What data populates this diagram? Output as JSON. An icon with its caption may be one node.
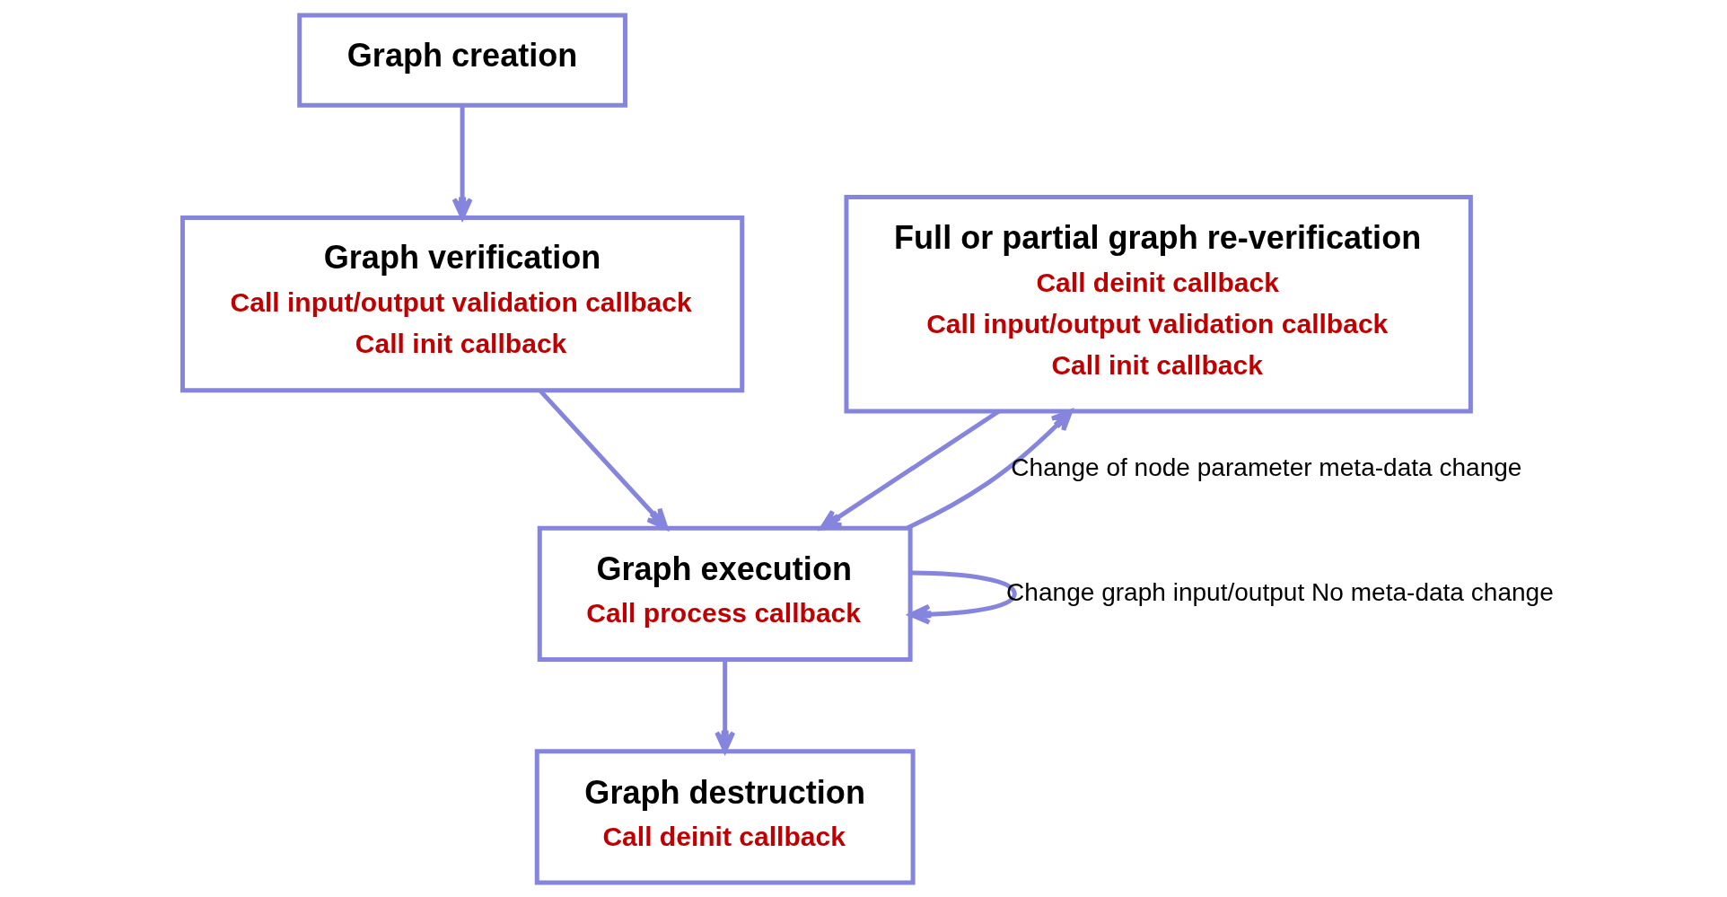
{
  "diagram": {
    "nodes": [
      {
        "text": [
          "Graph creation"
        ]
      },
      {
        "text": [
          "Graph verification",
          "Call input/output validation callback",
          "Call init callback"
        ]
      },
      {
        "text": [
          "Full or partial graph re-verification",
          "Call deinit callback",
          "Call input/output validation callback",
          "Call init callback"
        ]
      },
      {
        "text": [
          "Graph execution",
          "Call process callback"
        ]
      },
      {
        "text": [
          "Graph destruction",
          "Call deinit callback"
        ]
      }
    ],
    "edges": [
      {
        "from": 0,
        "to": 1,
        "arrow": "to"
      },
      {
        "from": 1,
        "to": 3,
        "arrow": "to"
      },
      {
        "from": 2,
        "to": 3,
        "arrow": "to"
      },
      {
        "from": 3,
        "to": 3,
        "arrow": "to",
        "label": "Change graph input/output No meta-data change"
      },
      {
        "from": 3,
        "to": 2,
        "arrow": "to",
        "label": "Change of node parameter meta-data change"
      },
      {
        "from": 3,
        "to": 4,
        "arrow": "to"
      }
    ]
  }
}
